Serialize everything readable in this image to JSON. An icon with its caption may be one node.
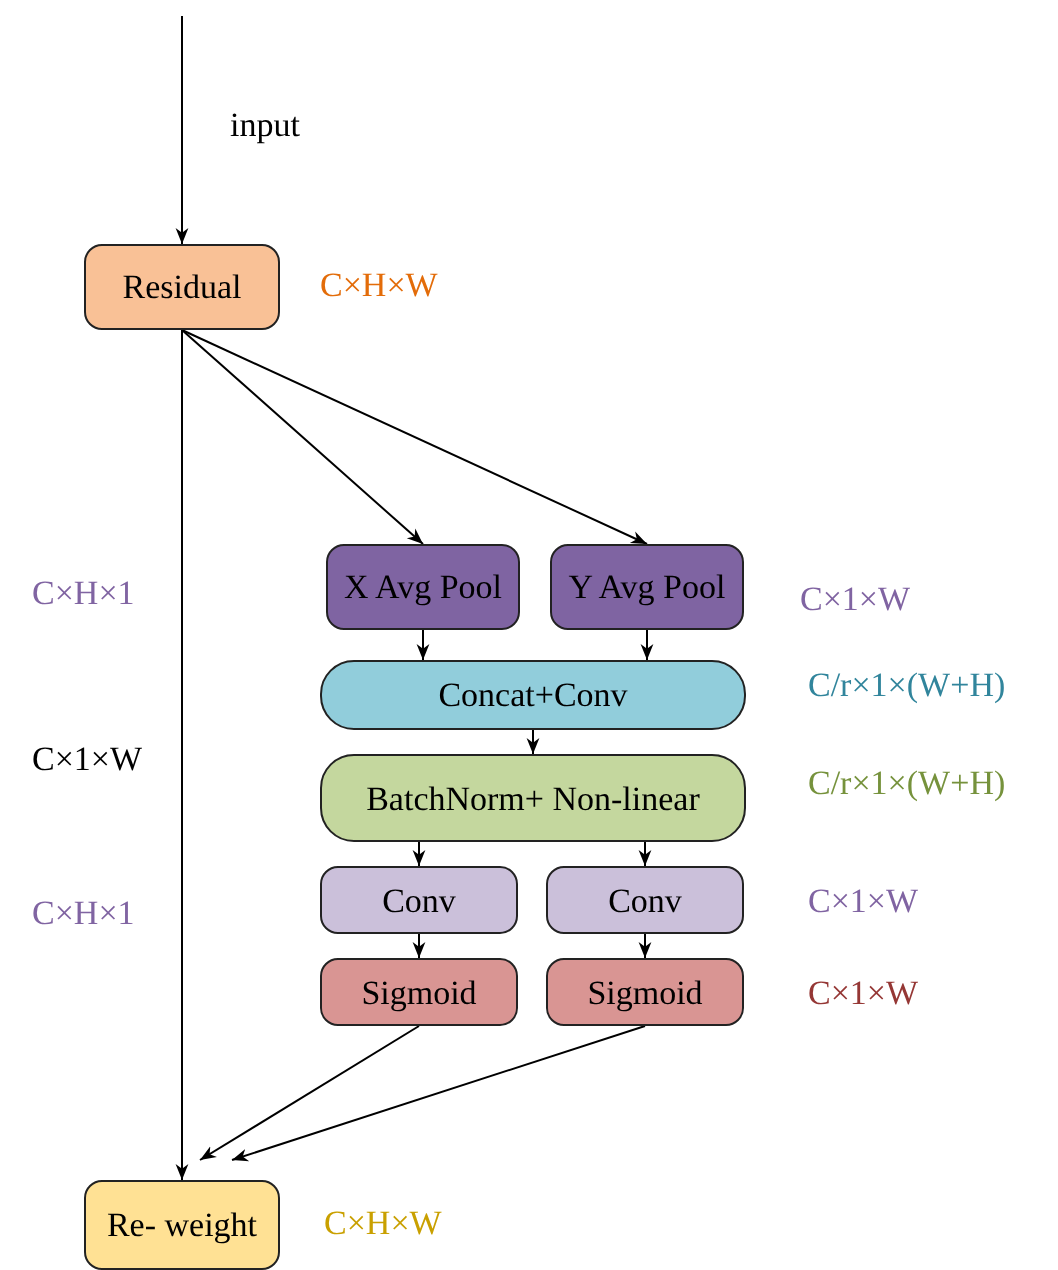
{
  "diagram": {
    "nodes": [
      {
        "text": [
          "Residual"
        ],
        "beside": [
          "C×H×W"
        ]
      },
      {
        "text": [
          "X Avg Pool"
        ]
      },
      {
        "text": [
          "Y Avg Pool"
        ]
      },
      {
        "text": [
          "Concat+Conv"
        ]
      },
      {
        "text": [
          "BatchNorm+ Non-linear"
        ]
      },
      {
        "text": [
          "Conv"
        ]
      },
      {
        "text": [
          "Conv"
        ]
      },
      {
        "text": [
          "Sigmoid"
        ]
      },
      {
        "text": [
          "Sigmoid"
        ]
      },
      {
        "text": [
          "Re- weight"
        ],
        "beside": [
          "C×H×W"
        ]
      }
    ],
    "edges": [
      {
        "from": null,
        "to": 0,
        "arrow": "to",
        "label": "input"
      },
      {
        "from": 0,
        "to": 1,
        "arrow": "to"
      },
      {
        "from": 0,
        "to": 2,
        "arrow": "to"
      },
      {
        "from": 0,
        "to": 9,
        "arrow": "to"
      },
      {
        "from": 1,
        "to": 3,
        "arrow": "to"
      },
      {
        "from": 2,
        "to": 3,
        "arrow": "to"
      },
      {
        "from": 3,
        "to": 4,
        "arrow": "to"
      },
      {
        "from": 4,
        "to": 5,
        "arrow": "to"
      },
      {
        "from": 4,
        "to": 6,
        "arrow": "to"
      },
      {
        "from": 5,
        "to": 7,
        "arrow": "to"
      },
      {
        "from": 6,
        "to": 8,
        "arrow": "to"
      },
      {
        "from": 7,
        "to": 9,
        "arrow": "to"
      },
      {
        "from": 8,
        "to": 9,
        "arrow": "to"
      }
    ],
    "labels": [
      "C×H×1",
      "C×1×W",
      "C/r×1×(W+H)",
      "C×1×W",
      "C/r×1×(W+H)",
      "C×H×1",
      "C×1×W",
      "C×1×W"
    ]
  }
}
